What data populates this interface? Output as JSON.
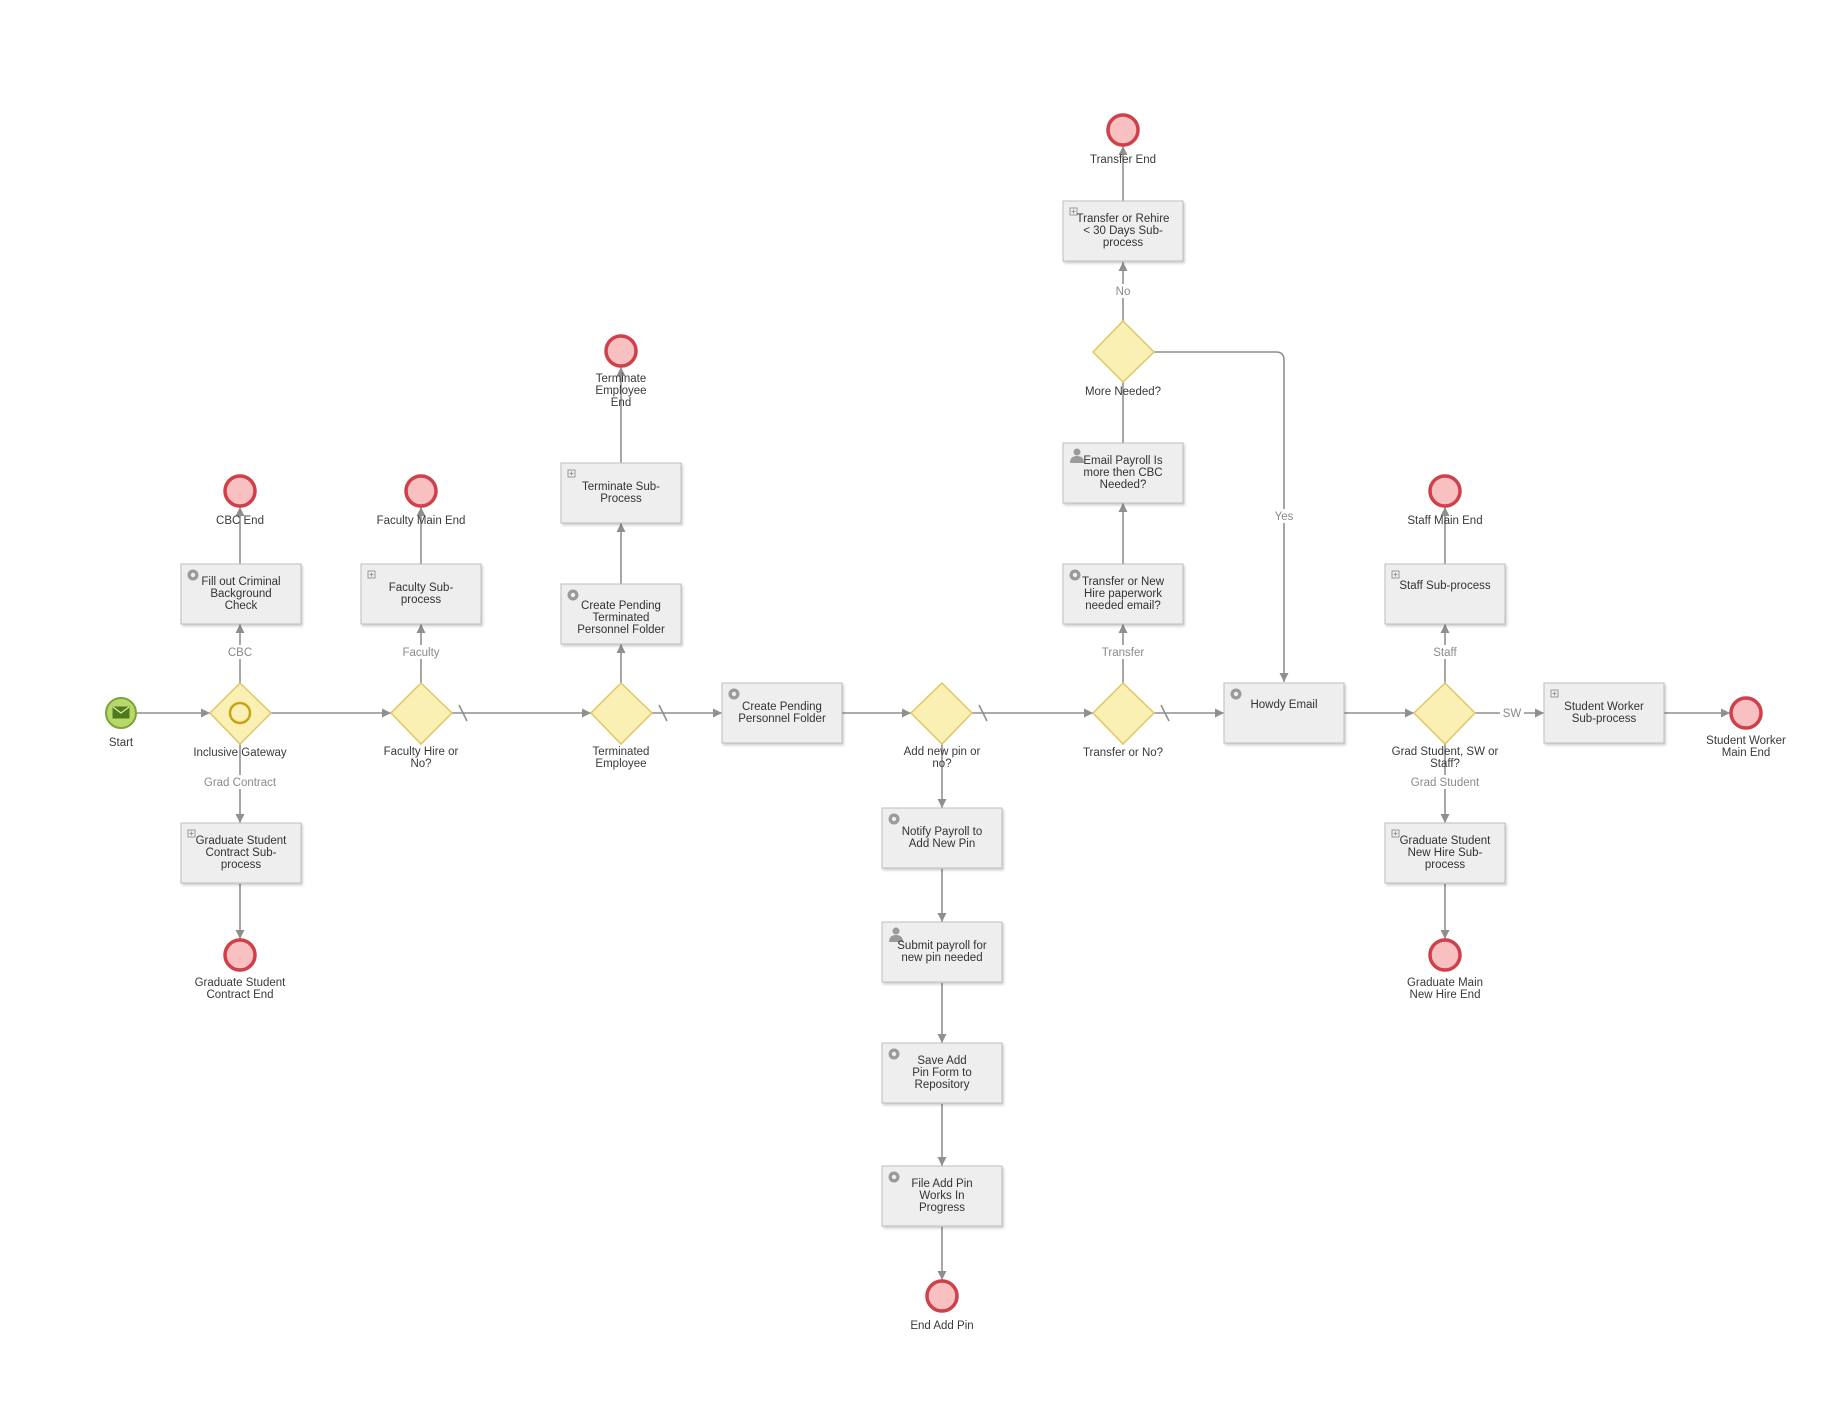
{
  "colors": {
    "task_fill": "#eeeeee",
    "task_stroke": "#bdbdbd",
    "gateway_fill": "#fbf0b3",
    "gateway_stroke": "#e0c764",
    "end_fill": "#f8c0c0",
    "end_stroke": "#d0404a",
    "start_fill": "#b8d86a",
    "start_stroke": "#7ca43a",
    "flow": "#8f8f8f"
  },
  "events": {
    "start": {
      "label": "Start",
      "icon": "envelope-icon"
    },
    "cbc_end": {
      "label": "CBC End"
    },
    "faculty_main_end": {
      "label": "Faculty Main End"
    },
    "terminate_employee_end": {
      "label": "Terminate Employee End"
    },
    "transfer_end": {
      "label": "Transfer End"
    },
    "staff_main_end": {
      "label": "Staff Main End"
    },
    "grad_contract_end": {
      "label": "Graduate Student Contract End"
    },
    "grad_new_hire_end": {
      "label": "Graduate Main New Hire End"
    },
    "student_worker_end": {
      "label": "Student Worker Main End"
    },
    "end_add_pin": {
      "label": "End Add Pin"
    }
  },
  "gateways": {
    "inclusive": {
      "label": "Inclusive Gateway"
    },
    "faculty_hire": {
      "label": "Faculty Hire or No?"
    },
    "terminated": {
      "label": "Terminated Employee"
    },
    "add_pin": {
      "label": "Add new pin or no?"
    },
    "transfer": {
      "label": "Transfer or No?"
    },
    "more_needed": {
      "label": "More Needed?"
    },
    "grad_sw_staff": {
      "label": "Grad Student, SW or Staff?"
    }
  },
  "tasks": {
    "fill_cbc": {
      "label": "Fill out Criminal Background Check",
      "icon": "gear-icon"
    },
    "grad_contract_sub": {
      "label": "Graduate Student Contract Sub-process",
      "icon": "subprocess-icon"
    },
    "faculty_sub": {
      "label": "Faculty Sub-process",
      "icon": "subprocess-icon"
    },
    "create_pending_terminated": {
      "label": "Create Pending Terminated Personnel Folder",
      "icon": "gear-icon"
    },
    "terminate_sub": {
      "label": "Terminate Sub-Process",
      "icon": "subprocess-icon"
    },
    "create_pending_personnel": {
      "label": "Create Pending Personnel Folder",
      "icon": "gear-icon"
    },
    "notify_payroll": {
      "label": "Notify Payroll to Add New Pin",
      "icon": "gear-icon"
    },
    "submit_payroll": {
      "label": "Submit payroll for new pin needed",
      "icon": "user-icon"
    },
    "save_add_pin": {
      "label": "Save Add Pin Form to Repository",
      "icon": "gear-icon"
    },
    "file_add_pin": {
      "label": "File Add Pin Works In Progress",
      "icon": "gear-icon"
    },
    "transfer_paperwork": {
      "label": "Transfer or New Hire paperwork needed email?",
      "icon": "gear-icon"
    },
    "email_payroll": {
      "label": "Email Payroll Is more then CBC Needed?",
      "icon": "user-icon"
    },
    "transfer_rehire_sub": {
      "label": "Transfer or Rehire < 30 Days Sub-process",
      "icon": "subprocess-icon"
    },
    "howdy_email": {
      "label": "Howdy Email",
      "icon": "gear-icon"
    },
    "staff_sub": {
      "label": "Staff Sub-process",
      "icon": "subprocess-icon"
    },
    "grad_new_hire_sub": {
      "label": "Graduate Student New Hire Sub-process",
      "icon": "subprocess-icon"
    },
    "student_worker_sub": {
      "label": "Student Worker Sub-process",
      "icon": "subprocess-icon"
    }
  },
  "flows": {
    "cbc": "CBC",
    "grad_contract": "Grad Contract",
    "faculty": "Faculty",
    "transfer": "Transfer",
    "no": "No",
    "yes": "Yes",
    "staff": "Staff",
    "sw": "SW",
    "grad_student": "Grad Student"
  }
}
